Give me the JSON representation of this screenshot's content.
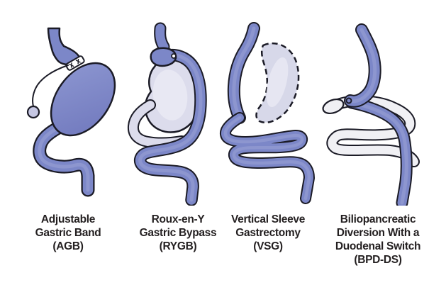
{
  "colors": {
    "primary_blue": "#7c87c8",
    "blue_light": "#9aa3d6",
    "lavender": "#dcdcec",
    "lavender_light": "#eaeaf4",
    "crescent": "#d7d8e9",
    "pale_white": "#f0f0f4",
    "port": "#c6c7e3",
    "outline": "#1b1b26",
    "text": "#231f20",
    "bg": "#ffffff"
  },
  "panels": [
    {
      "id": "agb",
      "label_lines": [
        "Adjustable",
        "Gastric Band",
        "(AGB)"
      ]
    },
    {
      "id": "rygb",
      "label_lines": [
        "Roux-en-Y",
        "Gastric Bypass",
        "(RYGB)"
      ]
    },
    {
      "id": "vsg",
      "label_lines": [
        "Vertical Sleeve",
        "Gastrectomy",
        "(VSG)"
      ]
    },
    {
      "id": "bpd-ds",
      "label_lines": [
        "Biliopancreatic",
        "Diversion With a",
        "Duodenal Switch",
        "(BPD-DS)"
      ]
    }
  ]
}
